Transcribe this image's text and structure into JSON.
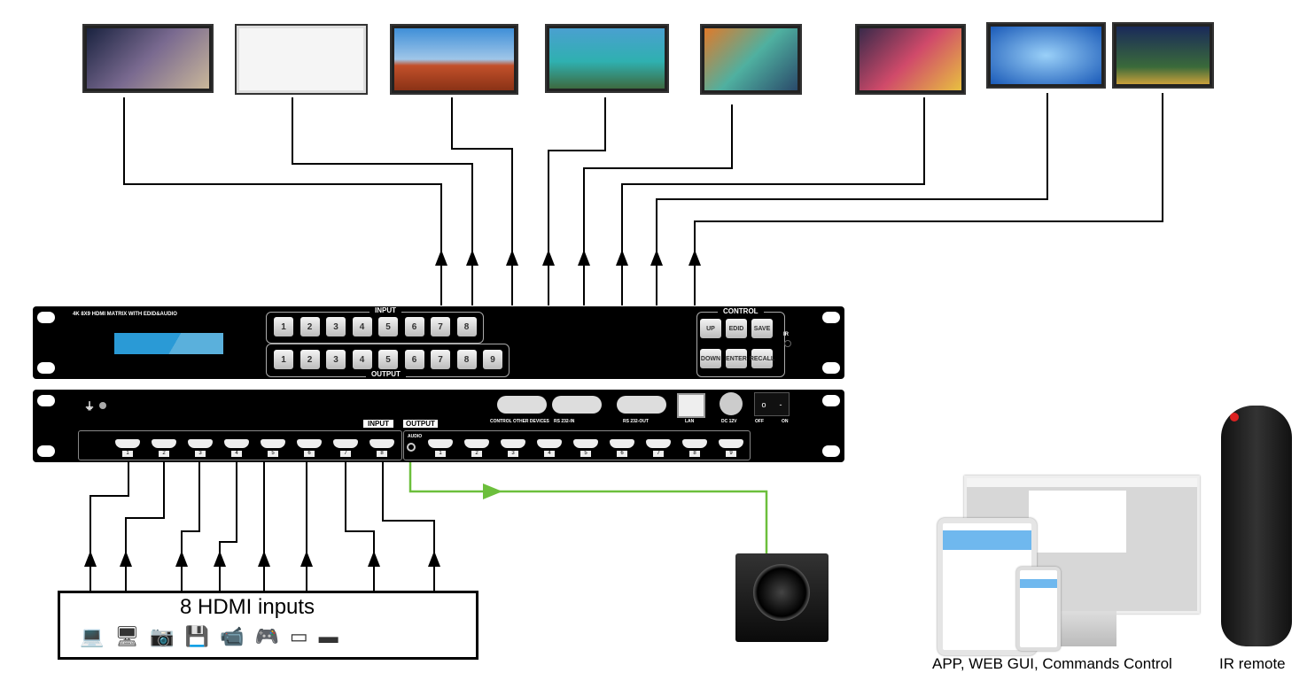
{
  "matrix": {
    "front_title": "4K 8X9 HDMI MATRIX WITH EDID&AUDIO",
    "input_group_label": "INPUT",
    "output_group_label": "OUTPUT",
    "input_buttons": [
      "1",
      "2",
      "3",
      "4",
      "5",
      "6",
      "7",
      "8"
    ],
    "output_buttons": [
      "1",
      "2",
      "3",
      "4",
      "5",
      "6",
      "7",
      "8",
      "9"
    ],
    "control_label": "CONTROL",
    "control_buttons": [
      "UP",
      "EDID",
      "SAVE",
      "DOWN",
      "ENTER",
      "RECALL"
    ],
    "ir_label": "IR",
    "lcd_color": "#2a9ad6"
  },
  "rear": {
    "input_tab": "INPUT",
    "output_tab": "OUTPUT",
    "audio_label": "AUDIO",
    "input_ports": [
      "1",
      "2",
      "3",
      "4",
      "5",
      "6",
      "7",
      "8"
    ],
    "output_ports": [
      "1",
      "2",
      "3",
      "4",
      "5",
      "6",
      "7",
      "8",
      "9"
    ],
    "connectors": [
      "CONTROL OTHER DEVICES",
      "RS 232-IN",
      "RS 232-OUT",
      "LAN",
      "DC 12V"
    ],
    "switch_off": "OFF",
    "switch_on": "ON"
  },
  "inputs_box": {
    "title": "8 HDMI inputs"
  },
  "labels": {
    "control": "APP, WEB GUI, Commands Control",
    "remote": "IR remote"
  },
  "colors": {
    "audio_line": "#6cbf3c",
    "cable": "#000000"
  }
}
